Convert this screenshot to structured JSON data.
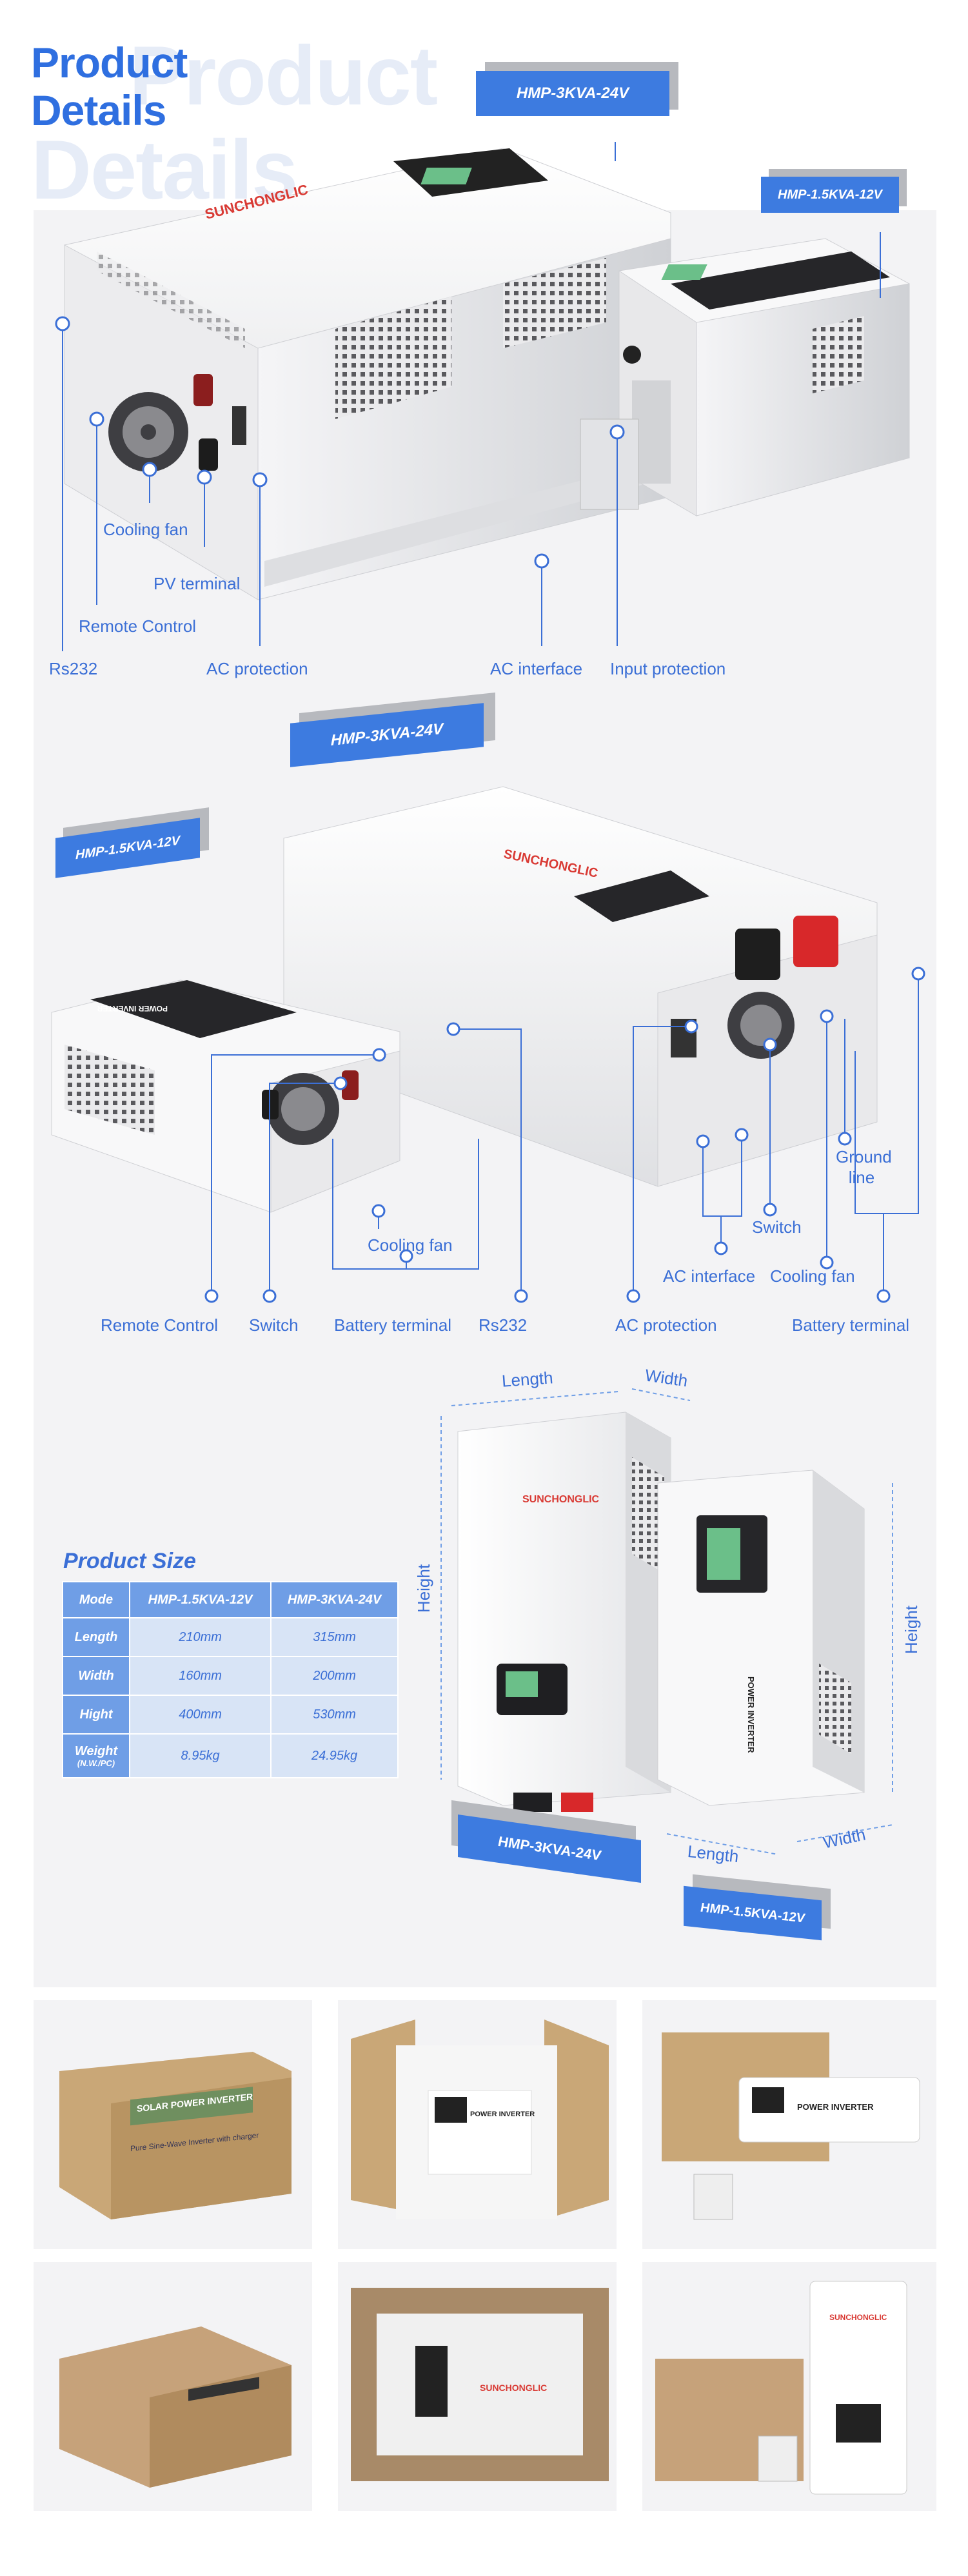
{
  "header": {
    "title_line1": "Product",
    "title_line2": "Details",
    "ghost_line1": "Product",
    "ghost_line2": "Details"
  },
  "section1": {
    "ribbon_big": "HMP-3KVA-24V",
    "ribbon_small": "HMP-1.5KVA-12V",
    "brand": "SUNCHONGLIC",
    "labels": {
      "cooling_fan": "Cooling fan",
      "pv_terminal": "PV terminal",
      "remote_control": "Remote Control",
      "rs232": "Rs232",
      "ac_protection": "AC protection",
      "ac_interface": "AC interface",
      "input_protection": "Input protection"
    }
  },
  "section2": {
    "ribbon_big": "HMP-3KVA-24V",
    "ribbon_small": "HMP-1.5KVA-12V",
    "brand": "SUNCHONGLIC",
    "panel_text": "POWER INVERTER",
    "labels": {
      "cooling_fan_left": "Cooling fan",
      "remote_control": "Remote Control",
      "switch_left": "Switch",
      "battery_terminal_left": "Battery terminal",
      "rs232": "Rs232",
      "ground_line_1": "Ground",
      "ground_line_2": "line",
      "switch_right": "Switch",
      "ac_interface": "AC interface",
      "cooling_fan_right": "Cooling fan",
      "ac_protection": "AC protection",
      "battery_terminal_right": "Battery terminal"
    }
  },
  "section3": {
    "dims": {
      "length_top": "Length",
      "width_top": "Width",
      "height_left": "Height",
      "height_right": "Height",
      "length_bottom": "Length",
      "width_bottom": "Width"
    },
    "ribbon_big": "HMP-3KVA-24V",
    "ribbon_small": "HMP-1.5KVA-12V",
    "brand": "SUNCHONGLIC",
    "panel_text": "POWER INVERTER",
    "table": {
      "title": "Product Size",
      "headers": [
        "Mode",
        "HMP-1.5KVA-12V",
        "HMP-3KVA-24V"
      ],
      "rows": [
        {
          "label": "Length",
          "v1": "210mm",
          "v2": "315mm"
        },
        {
          "label": "Width",
          "v1": "160mm",
          "v2": "200mm"
        },
        {
          "label": "Hight",
          "v1": "400mm",
          "v2": "530mm"
        }
      ],
      "weight_label": "Weight",
      "weight_sub": "(N.W./PC)",
      "weight_v1": "8.95kg",
      "weight_v2": "24.95kg"
    }
  },
  "photos": {
    "box1_banner": "SOLAR POWER INVERTER",
    "box1_line": "Pure Sine-Wave Inverter with charger",
    "box3_text": "POWER INVERTER"
  },
  "colors": {
    "accent": "#3d7be0",
    "panel": "#f3f3f5",
    "ribbon_shadow": "#b7b9be",
    "table_head": "#6f9ee6",
    "table_cell": "#d8e4f6"
  }
}
